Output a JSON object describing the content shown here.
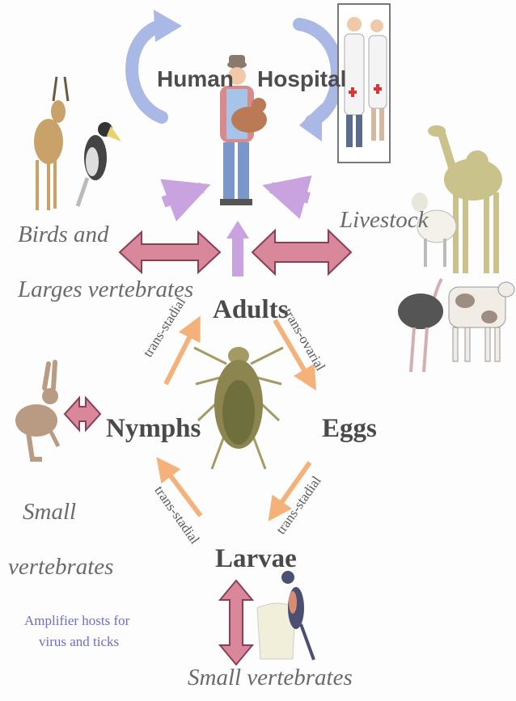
{
  "labels": {
    "human": "Human",
    "hospital": "Hospital",
    "livestock": "Livestock",
    "birds_line1": "Birds and",
    "birds_line2": "Larges vertebrates",
    "adults": "Adults",
    "nymphs": "Nymphs",
    "eggs": "Eggs",
    "larvae": "Larvae",
    "small_line1": "Small",
    "small_line2": "vertebrates",
    "small_bottom": "Small vertebrates",
    "amplifier_line1": "Amplifier hosts for",
    "amplifier_line2": "virus and ticks",
    "transstadial_tl": "trans-stadial",
    "transovarial_tr": "trans-ovarial",
    "transstadial_bl": "trans-stadial",
    "transstadial_br": "trans-stadial"
  },
  "colors": {
    "host_arrow": "#d9879a",
    "host_arrow_edge": "#8a3f54",
    "cycle_arrow": "#f4b27a",
    "human_arrow": "#c9a3e0",
    "loop_arrow": "#a9b8e4"
  }
}
